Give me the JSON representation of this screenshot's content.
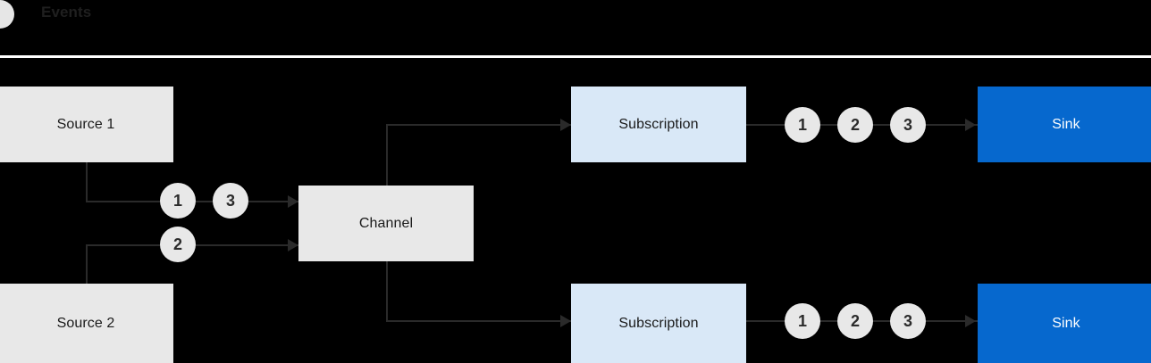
{
  "legend": {
    "icon": "event-circle-icon",
    "label": "Events"
  },
  "nodes": {
    "source_1": "Source 1",
    "source_2": "Source 2",
    "channel": "Channel",
    "subscription_top": "Subscription",
    "subscription_bottom": "Subscription",
    "sink_top": "Sink",
    "sink_bottom": "Sink"
  },
  "events": {
    "source1_to_channel": [
      "1",
      "3"
    ],
    "source2_to_channel": [
      "2"
    ],
    "subscription_top_to_sink": [
      "1",
      "2",
      "3"
    ],
    "subscription_bottom_to_sink": [
      "1",
      "2",
      "3"
    ]
  },
  "colors": {
    "background": "#000000",
    "divider": "#ffffff",
    "node_gray": "#e8e8e8",
    "node_subscription": "#d9e8f7",
    "node_sink": "#0668ce",
    "sink_text": "#ffffff",
    "event_circle": "#e8e8e8",
    "connector": "#2a2a2a",
    "text": "#1a1a1a"
  }
}
